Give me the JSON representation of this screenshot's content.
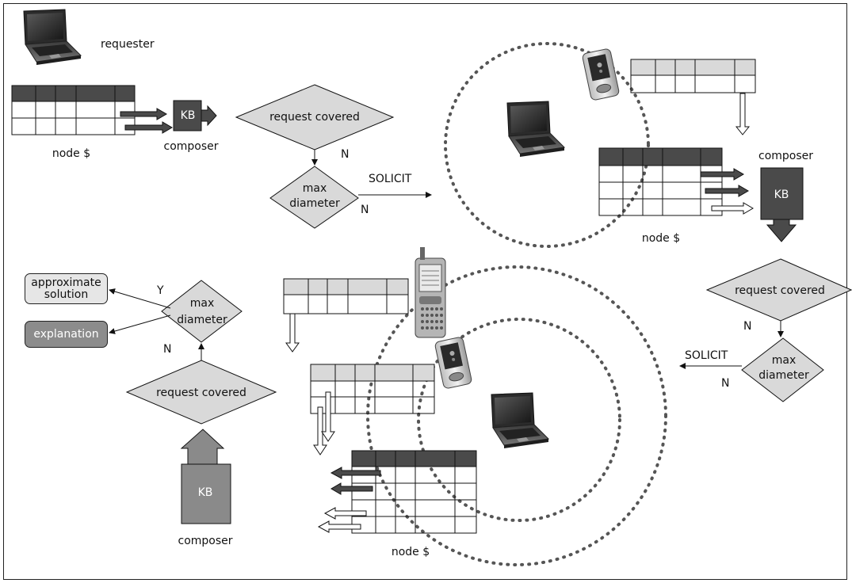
{
  "labels": {
    "requester": "requester",
    "node_top": "node $",
    "node_right": "node $",
    "node_bottom": "node $",
    "composer_top": "composer",
    "composer_right": "composer",
    "composer_bottom": "composer",
    "kb_top": "KB",
    "kb_right": "KB",
    "kb_bottom": "KB",
    "request_covered_top": "request covered",
    "request_covered_right": "request covered",
    "request_covered_left": "request covered",
    "max_diameter_top_1": "max",
    "max_diameter_top_2": "diameter",
    "max_diameter_right_1": "max",
    "max_diameter_right_2": "diameter",
    "max_diameter_left_1": "max",
    "max_diameter_left_2": "diameter",
    "solicit_top": "SOLICIT",
    "solicit_right": "SOLICIT",
    "n_top_1": "N",
    "n_top_2": "N",
    "n_right_1": "N",
    "n_right_2": "N",
    "n_left": "N",
    "y_left": "Y",
    "approximate_1": "approximate",
    "approximate_2": "solution",
    "explanation": "explanation"
  },
  "icons": [
    "laptop-icon",
    "pda-icon",
    "smartphone-icon"
  ],
  "colors": {
    "dark_fill": "#4a4a4a",
    "mid_fill": "#8a8a8a",
    "light_fill": "#d9d9d9",
    "pill_light": "#e6e6e6",
    "pill_dark": "#8c8c8c"
  }
}
